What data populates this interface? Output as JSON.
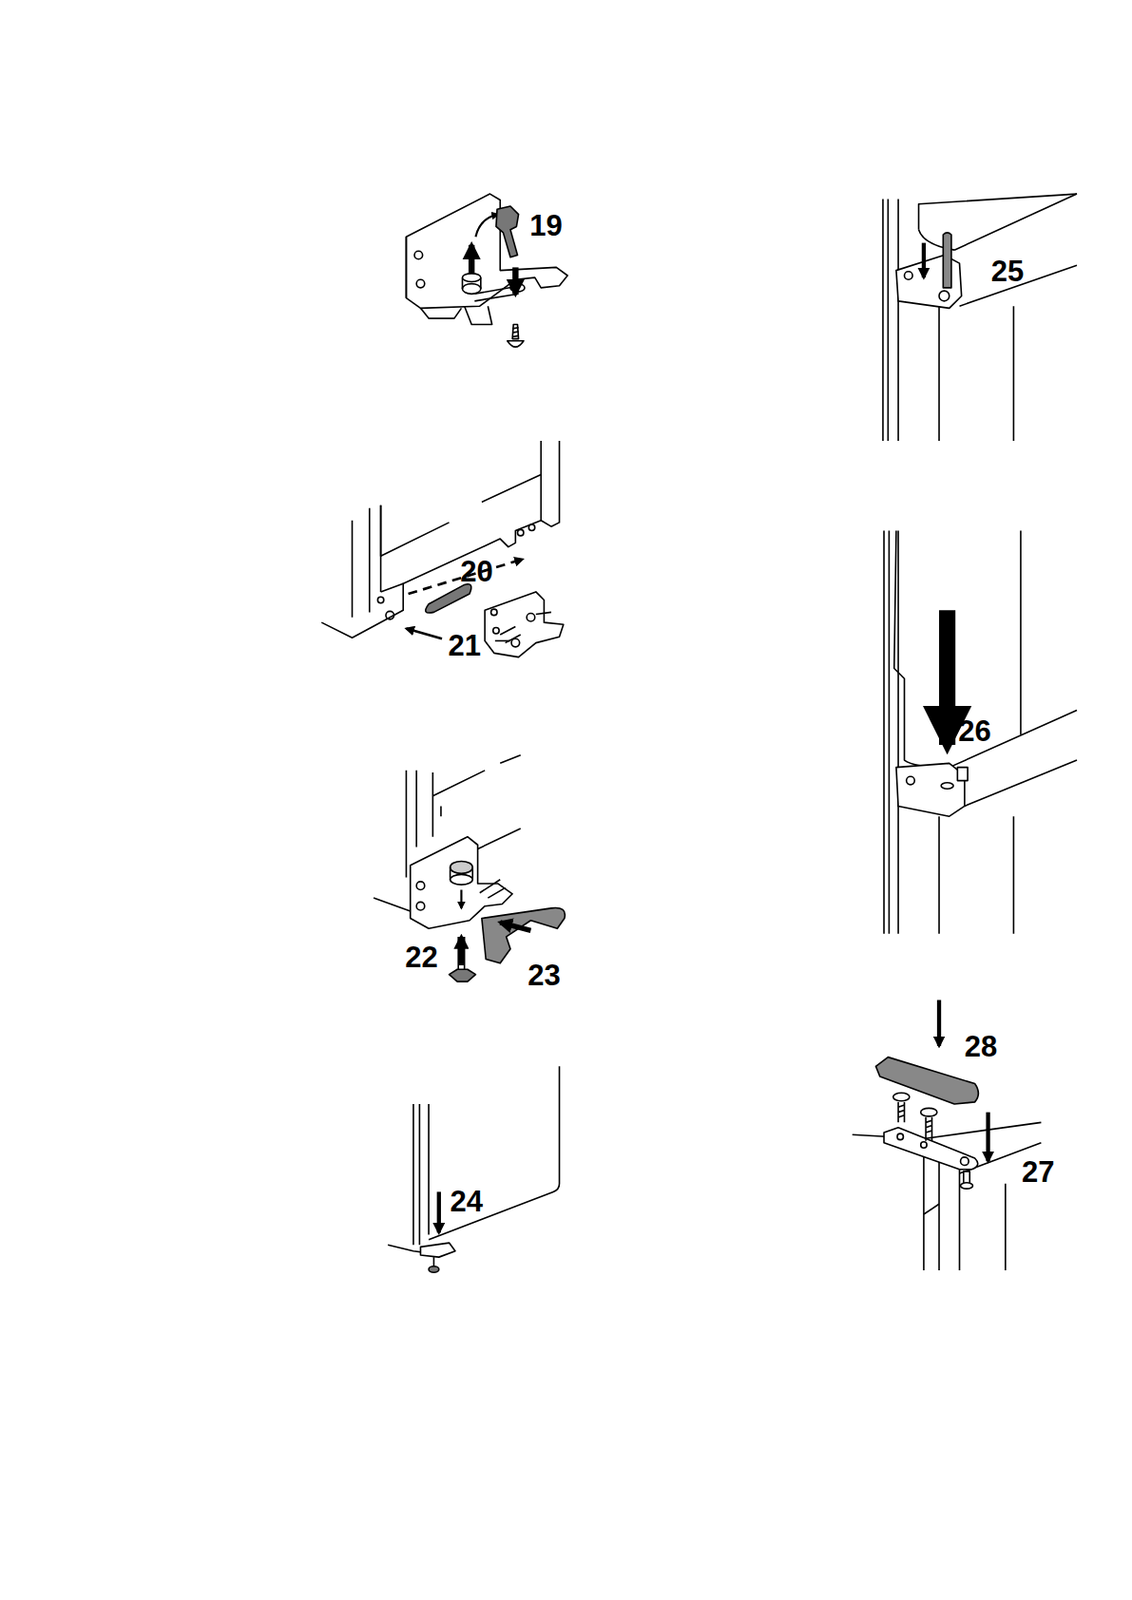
{
  "diagram": {
    "labels": [
      "19",
      "20",
      "21",
      "22",
      "23",
      "24",
      "25",
      "26",
      "27",
      "28"
    ]
  }
}
